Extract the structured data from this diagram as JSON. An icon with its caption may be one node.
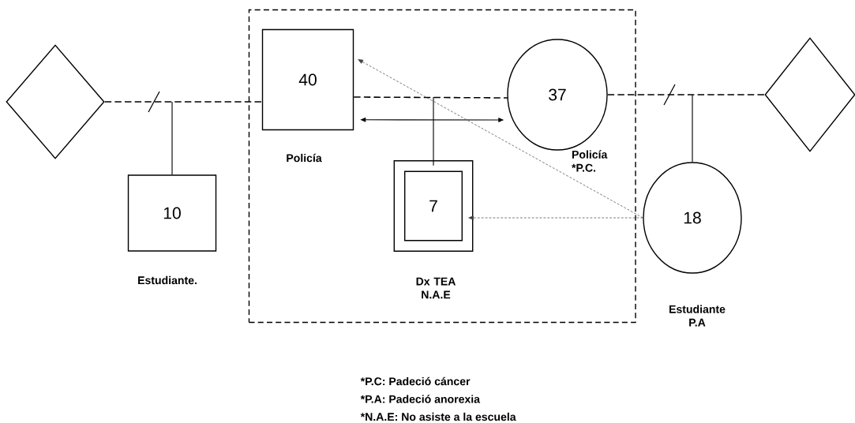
{
  "diagram": {
    "nodes": [
      {
        "text": [],
        "shape": "box"
      },
      {
        "text": [],
        "shape": "diamond"
      },
      {
        "text": [
          "40"
        ],
        "beside": [
          "Policía"
        ],
        "in": 0
      },
      {
        "text": [
          "37"
        ],
        "beside": [
          "Policía *P.C."
        ],
        "in": 0
      },
      {
        "text": [
          "10"
        ],
        "beside": [
          "Estudiante."
        ]
      },
      {
        "text": [
          "7"
        ],
        "beside": [
          "Dx TEA N.A.E"
        ],
        "in": 0
      },
      {
        "text": [
          "18"
        ],
        "beside": [
          "Estudiante P.A"
        ]
      },
      {
        "text": [],
        "shape": "diamond"
      }
    ],
    "edges": [
      {
        "from": 1,
        "to": 2,
        "arrow": "none",
        "style": "dashed"
      },
      {
        "from": null,
        "to": 4,
        "arrow": "none"
      },
      {
        "from": 2,
        "to": 3,
        "arrow": "none",
        "style": "dashed"
      },
      {
        "from": null,
        "to": 5,
        "arrow": "none"
      },
      {
        "from": 3,
        "to": 7,
        "arrow": "none",
        "style": "dashed"
      },
      {
        "from": null,
        "to": 6,
        "arrow": "none"
      },
      {
        "from": 2,
        "to": 3,
        "arrow": "both"
      },
      {
        "from": 6,
        "to": 2,
        "arrow": "to",
        "style": "dashed"
      },
      {
        "from": 6,
        "to": 5,
        "arrow": "to",
        "style": "dashed"
      }
    ],
    "labels": [
      "*P.C: Padeció cáncer",
      "*P.A: Padeció anorexia",
      "*N.A.E: No asiste a la escuela"
    ]
  }
}
